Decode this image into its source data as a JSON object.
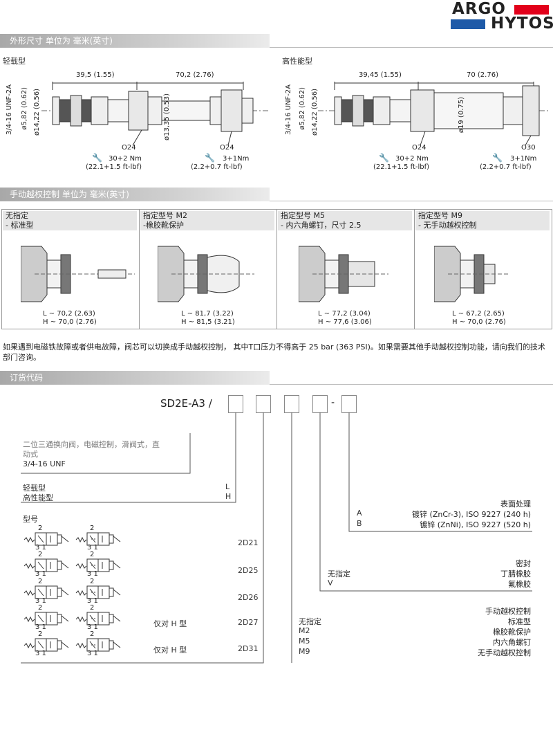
{
  "brand": {
    "line1": "ARGO",
    "line2": "HYTOS"
  },
  "sections": {
    "dims": "外形尺寸 单位为 毫米(英寸)",
    "override": "手动越权控制 单位为 毫米(英寸)",
    "order": "订货代码"
  },
  "dims": {
    "light": {
      "title": "轻载型",
      "dim_left": "39,5 (1.55)",
      "dim_right": "70,2 (2.76)",
      "thread": "3/4-16 UNF-2A",
      "d1": "ø5,82 (0.62)",
      "d2": "ø14,22 (0.56)",
      "d3": "ø13,35 (0.53)",
      "hex1": "O24",
      "hex2": "O24",
      "torque1_a": "30+2 Nm",
      "torque1_b": "(22.1+1.5 ft-lbf)",
      "torque2_a": "3+1Nm",
      "torque2_b": "(2.2+0.7 ft-lbf)"
    },
    "heavy": {
      "title": "高性能型",
      "dim_left": "39,45 (1.55)",
      "dim_right": "70 (2.76)",
      "thread": "3/4-16 UNF-2A",
      "d1": "ø5,82 (0.62)",
      "d2": "ø14,22 (0.56)",
      "d3": "ø19 (0.75)",
      "hex1": "O24",
      "hex2": "O30",
      "torque1_a": "30+2 Nm",
      "torque1_b": "(22.1+1.5 ft-lbf)",
      "torque2_a": "3+1Nm",
      "torque2_b": "(2.2+0.7 ft-lbf)"
    }
  },
  "override": [
    {
      "h1": "无指定",
      "h2": "- 标准型",
      "L": "L ~ 70,2 (2.63)",
      "H": "H ~ 70,0 (2.76)"
    },
    {
      "h1": "指定型号 M2",
      "h2": "-橡胶靴保护",
      "L": "L ~ 81,7 (3.22)",
      "H": "H ~ 81,5 (3.21)"
    },
    {
      "h1": "指定型号 M5",
      "h2": "- 内六角螺钉，尺寸 2.5",
      "L": "L ~ 77,2 (3.04)",
      "H": "H ~ 77,6 (3.06)"
    },
    {
      "h1": "指定型号 M9",
      "h2": "- 无手动越权控制",
      "L": "L ~ 67,2 (2.65)",
      "H": "H ~ 70,0 (2.76)"
    }
  ],
  "note": "如果遇到电磁铁故障或者供电故障，阀芯可以切换成手动越权控制， 其中T口压力不得高于 25 bar (363 PSI)。如果需要其他手动越权控制功能，请向我们的技术部门咨询。",
  "order": {
    "code": "SD2E-A3 /",
    "dash": "-",
    "desc1": "二位三通换向阀，电磁控制，滑阀式，直",
    "desc2": "动式",
    "desc3": "3/4-16 UNF",
    "type_light": "轻载型",
    "type_heavy": "高性能型",
    "code_L": "L",
    "code_H": "H",
    "model_title": "型号",
    "models": [
      {
        "code": "2D21",
        "note": ""
      },
      {
        "code": "2D25",
        "note": ""
      },
      {
        "code": "2D26",
        "note": ""
      },
      {
        "code": "2D27",
        "note": "仅对 H 型"
      },
      {
        "code": "2D31",
        "note": "仅对 H 型"
      }
    ],
    "sym_a": "2",
    "sym_b": "3 1",
    "surface_title": "表面处理",
    "surface": [
      {
        "code": "A",
        "text": "镀锌 (ZnCr-3), ISO 9227 (240 h)"
      },
      {
        "code": "B",
        "text": "镀锌 (ZnNi), ISO 9227 (520 h)"
      }
    ],
    "seal_title": "密封",
    "seal": [
      {
        "code": "无指定",
        "text": "丁腈橡胶"
      },
      {
        "code": "V",
        "text": "氟橡胶"
      }
    ],
    "mo_title": "手动越权控制",
    "mo": [
      {
        "code": "无指定",
        "text": "标准型"
      },
      {
        "code": "M2",
        "text": "橡胶靴保护"
      },
      {
        "code": "M5",
        "text": "内六角螺钉"
      },
      {
        "code": "M9",
        "text": "无手动越权控制"
      }
    ]
  }
}
